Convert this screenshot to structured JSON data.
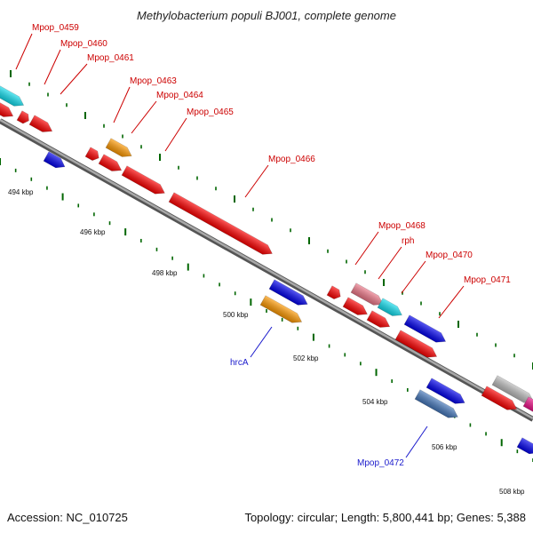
{
  "title": "Methylobacterium populi BJ001, complete genome",
  "footer": {
    "accession": "Accession: NC_010725",
    "summary": "Topology: circular; Length: 5,800,441 bp; Genes: 5,388"
  },
  "colors": {
    "red": "#ff0000",
    "blue": "#0000ee",
    "orange": "#ff9900",
    "cyan": "#11ddee",
    "pink": "#ee7788",
    "steel": "#4477bb",
    "gray": "#bbbbbb",
    "magenta": "#ee1188",
    "backbone": "#808080",
    "tick": "#006600",
    "label_red": "#cc0000",
    "label_blue": "#1a1acc"
  },
  "ruler_labels": [
    "494 kbp",
    "496 kbp",
    "498 kbp",
    "500 kbp",
    "502 kbp",
    "504 kbp",
    "506 kbp",
    "508 kbp"
  ],
  "gene_labels": {
    "mpop_0459": "Mpop_0459",
    "mpop_0460": "Mpop_0460",
    "mpop_0461": "Mpop_0461",
    "mpop_0463": "Mpop_0463",
    "mpop_0464": "Mpop_0464",
    "mpop_0465": "Mpop_0465",
    "mpop_0466": "Mpop_0466",
    "mpop_0468": "Mpop_0468",
    "rph": "rph",
    "mpop_0470": "Mpop_0470",
    "mpop_0471": "Mpop_0471",
    "hrcA": "hrcA",
    "mpop_0472": "Mpop_0472"
  }
}
